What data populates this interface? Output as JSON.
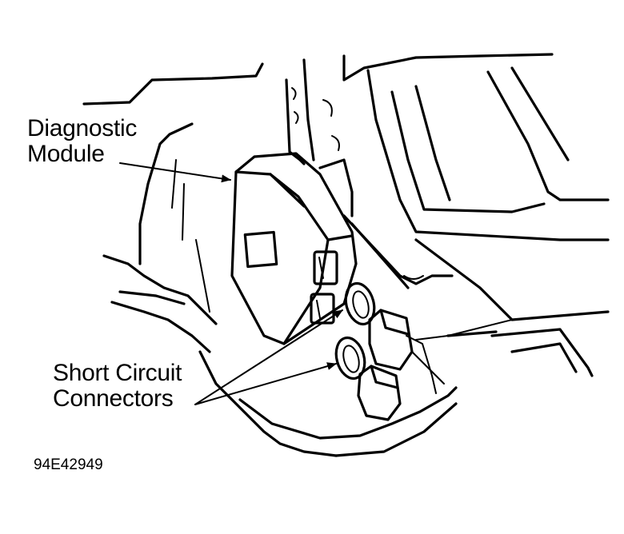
{
  "labels": {
    "diagnostic_module": [
      "Diagnostic",
      "Module"
    ],
    "short_circuit_connectors": [
      "Short Circuit",
      "Connectors"
    ],
    "figure_code": "94E42949"
  },
  "colors": {
    "ink": "#000000",
    "paper": "#ffffff"
  }
}
